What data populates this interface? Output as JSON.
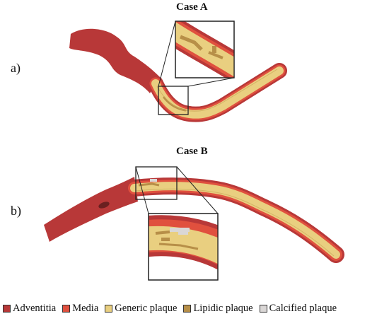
{
  "cases": [
    {
      "title": "Case A",
      "panel_label": "a)"
    },
    {
      "title": "Case B",
      "panel_label": "b)"
    }
  ],
  "legend": [
    {
      "label": "Adventitia",
      "color": "#b83838"
    },
    {
      "label": "Media",
      "color": "#e0503e"
    },
    {
      "label": "Generic plaque",
      "color": "#e9cf80"
    },
    {
      "label": "Lipidic plaque",
      "color": "#b78f48"
    },
    {
      "label": "Calcified plaque",
      "color": "#dad7d6"
    }
  ],
  "colors": {
    "adventitia": "#b83838",
    "media": "#e0503e",
    "generic_plaque": "#e9cf80",
    "lipidic_plaque": "#b78f48",
    "calcified_plaque": "#dad7d6",
    "box_outline": "#222222"
  }
}
